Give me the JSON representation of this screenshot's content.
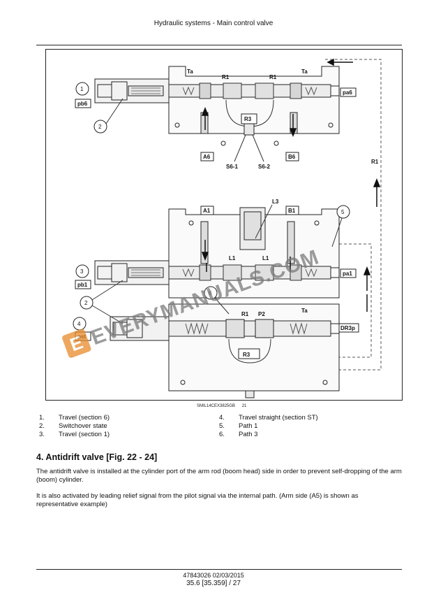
{
  "header": {
    "title": "Hydraulic systems - Main control valve"
  },
  "figure": {
    "ref_code": "SMIL14CEX3825GB",
    "ref_number": "21",
    "labels": {
      "ta_top_left": "Ta",
      "r1_top_a": "R1",
      "r1_top_b": "R1",
      "ta_top_right": "Ta",
      "pb6": "pb6",
      "pa6": "pa6",
      "r3_top": "R3",
      "a6": "A6",
      "b6": "B6",
      "s6_1": "S6-1",
      "s6_2": "S6-2",
      "r1_side": "R1",
      "a1": "A1",
      "b1": "B1",
      "l3": "L3",
      "l1_a": "L1",
      "l1_b": "L1",
      "pb1": "pb1",
      "pa1": "pa1",
      "r1_bottom": "R1",
      "p2": "P2",
      "ta_bottom": "Ta",
      "pst": "pst",
      "dr3p": "DR3p",
      "r3_bottom": "R3",
      "c1": "1",
      "c2a": "2",
      "c2b": "2",
      "c3": "3",
      "c4": "4",
      "c5": "5",
      "c6": "6"
    },
    "watermark": "EVERYMANUALS.COM"
  },
  "legend": [
    {
      "n": "1.",
      "text": "Travel (section 6)"
    },
    {
      "n": "2.",
      "text": "Switchover state"
    },
    {
      "n": "3.",
      "text": "Travel (section 1)"
    },
    {
      "n": "4.",
      "text": "Travel straight (section ST)"
    },
    {
      "n": "5.",
      "text": "Path 1"
    },
    {
      "n": "6.",
      "text": "Path 3"
    }
  ],
  "section": {
    "title": "4. Antidrift valve [Fig.  22 - 24]"
  },
  "paragraphs": [
    "The antidrift valve is installed at the cylinder port of the arm rod (boom head) side in order to prevent self-dropping of the arm (boom) cylinder.",
    "It is also activated by leading relief signal from the pilot signal via the internal path.  (Arm side (A5) is shown as representative example)"
  ],
  "footer": {
    "doc": "47843026 02/03/2015",
    "page": "35.6 [35.359] / 27"
  }
}
